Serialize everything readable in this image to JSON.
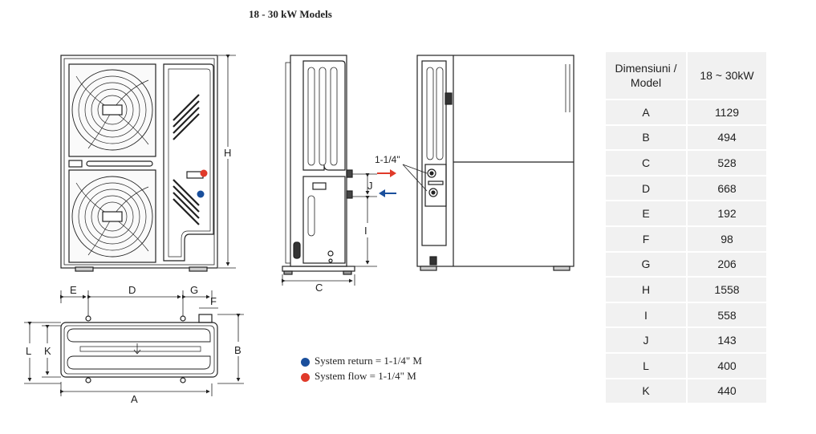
{
  "title": "18 - 30 kW Models",
  "dimension_letters": {
    "A": "A",
    "B": "B",
    "C": "C",
    "D": "D",
    "E": "E",
    "F": "F",
    "G": "G",
    "H": "H",
    "I": "I",
    "J": "J",
    "K": "K",
    "L": "L"
  },
  "pipe_size_label": "1-1/4\"",
  "legend": [
    {
      "label": "System return = 1-1/4\" M",
      "color": "#1a4f9c"
    },
    {
      "label": "System flow = 1-1/4\" M",
      "color": "#e03a2a"
    }
  ],
  "colors": {
    "flow": "#e03a2a",
    "return": "#1a4f9c"
  },
  "table": {
    "header": {
      "col1": "Dimensiuni / Model",
      "col2": "18 ~ 30kW"
    },
    "rows": [
      {
        "key": "A",
        "value": "1129"
      },
      {
        "key": "B",
        "value": "494"
      },
      {
        "key": "C",
        "value": "528"
      },
      {
        "key": "D",
        "value": "668"
      },
      {
        "key": "E",
        "value": "192"
      },
      {
        "key": "F",
        "value": "98"
      },
      {
        "key": "G",
        "value": "206"
      },
      {
        "key": "H",
        "value": "1558"
      },
      {
        "key": "I",
        "value": "558"
      },
      {
        "key": "J",
        "value": "143"
      },
      {
        "key": "L",
        "value": "400"
      },
      {
        "key": "K",
        "value": "440"
      }
    ]
  }
}
